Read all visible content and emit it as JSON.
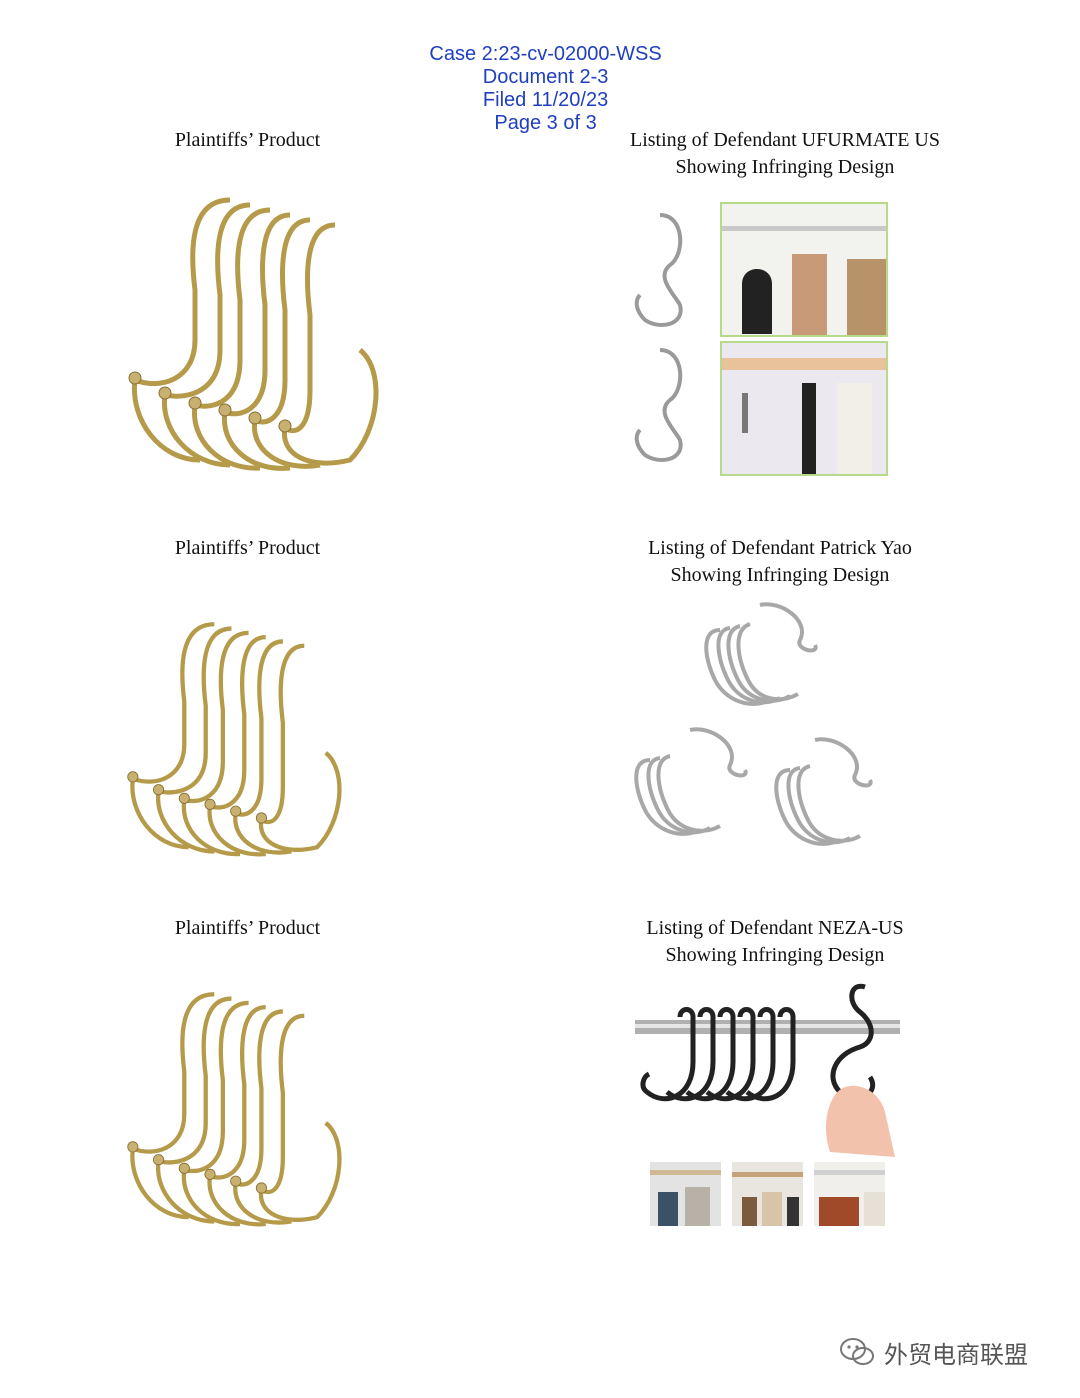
{
  "header": {
    "case": "Case 2:23-cv-02000-WSS",
    "document": "Document 2-3",
    "filed": "Filed 11/20/23",
    "page": "Page 3 of 3"
  },
  "rows": [
    {
      "left_label": "Plaintiffs’ Product",
      "right_label_1": "Listing of Defendant UFURMATE US",
      "right_label_2": "Showing Infringing Design"
    },
    {
      "left_label": "Plaintiffs’ Product",
      "right_label_1": "Listing of Defendant Patrick Yao",
      "right_label_2": "Showing Infringing Design"
    },
    {
      "left_label": "Plaintiffs’ Product",
      "right_label_1": "Listing of Defendant NEZA-US",
      "right_label_2": "Showing Infringing Design"
    }
  ],
  "watermark": {
    "text": "外贸电商联盟",
    "icon": "wechat-icon"
  },
  "colors": {
    "header": "#1f3fbf",
    "gold_hook": "#b59a4a",
    "silver_hook": "#9a9a9a",
    "black_hook": "#222222"
  }
}
